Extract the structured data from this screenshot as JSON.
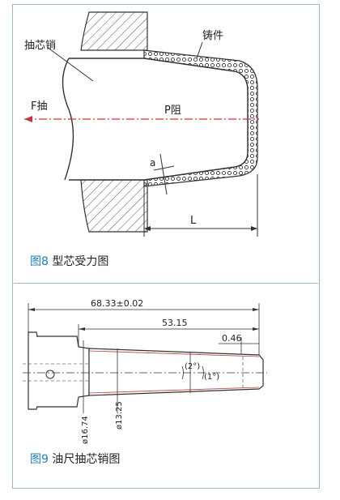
{
  "figure8": {
    "labels": {
      "core_pin": "抽芯销",
      "casting": "铸件",
      "pull_force": "F抽",
      "resistance": "P阻",
      "angle": "a",
      "length": "L"
    },
    "caption_number": "图8",
    "caption_text": " 型芯受力图"
  },
  "figure9": {
    "dimensions": {
      "overall_length": "68.33±0.02",
      "taper_length": "53.15",
      "tip_offset": "0.46",
      "angle_outer": "(2°)",
      "angle_inner": "(1°)",
      "diameter_large": "ø16.74",
      "diameter_small": "ø13.25"
    },
    "caption_number": "图9",
    "caption_text": " 油尺抽芯销图"
  },
  "colors": {
    "caption_accent": "#1e7fb8",
    "centerline": "#d0303a",
    "frame": "#9fb8c8"
  }
}
